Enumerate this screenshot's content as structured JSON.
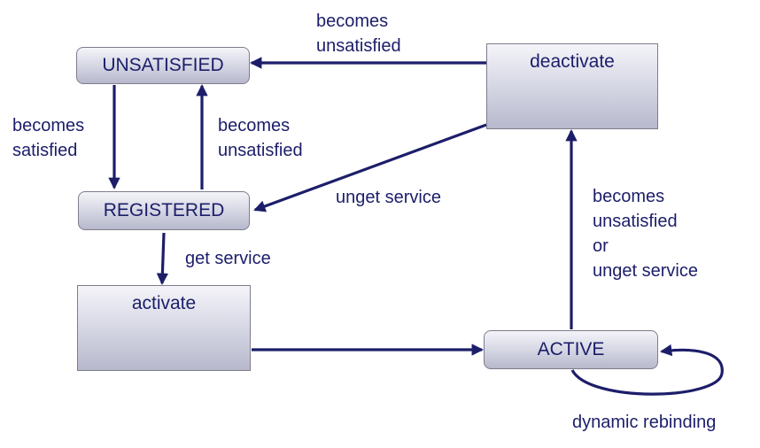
{
  "nodes": {
    "unsatisfied": "UNSATISFIED",
    "registered": "REGISTERED",
    "activate": "activate",
    "active": "ACTIVE",
    "deactivate": "deactivate"
  },
  "labels": {
    "deactivate_to_unsatisfied": [
      "becomes",
      "unsatisfied"
    ],
    "unsatisfied_to_registered": [
      "becomes",
      "satisfied"
    ],
    "registered_to_unsatisfied": [
      "becomes",
      "unsatisfied"
    ],
    "deactivate_to_registered": [
      "unget service"
    ],
    "registered_to_activate": [
      "get service"
    ],
    "active_to_deactivate": [
      "becomes",
      "unsatisfied",
      "or",
      "unget service"
    ],
    "active_self_loop": [
      "dynamic rebinding"
    ]
  },
  "colors": {
    "ink": "#1c1e6a",
    "node_border": "#7d7d8c",
    "node_fill_top": "#f4f4f9",
    "node_fill_bottom": "#b7b8cc"
  }
}
